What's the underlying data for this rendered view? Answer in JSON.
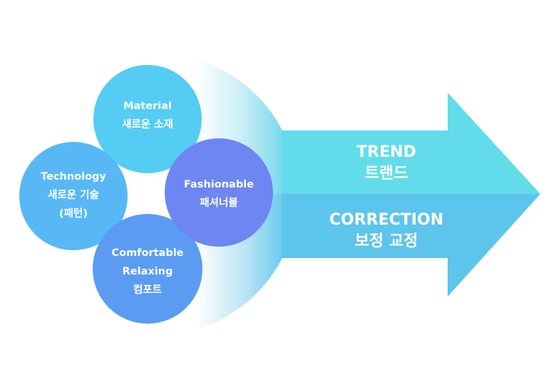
{
  "circles": {
    "material": {
      "line1": "Material",
      "line2": "새로운 소재"
    },
    "technology": {
      "line1": "Technology",
      "line2": "새로운 기술",
      "line3": "(패턴)"
    },
    "fashionable": {
      "line1": "Fashionable",
      "line2": "패셔너블"
    },
    "comfortable": {
      "line1": "Comfortable",
      "line2": "Relaxing",
      "line3": "컴포트"
    }
  },
  "arrow": {
    "trend": {
      "line1": "TREND",
      "line2": "트랜드"
    },
    "correction": {
      "line1": "CORRECTION",
      "line2": "보정 교정"
    }
  },
  "colors": {
    "arrow_upper": "#62dcea",
    "arrow_lower": "#5dc4ec",
    "material_circle": "#55ccf3",
    "technology_circle": "#58b8f6",
    "fashionable_circle": "#6d86f2",
    "comfortable_circle": "#5b9cf2"
  }
}
